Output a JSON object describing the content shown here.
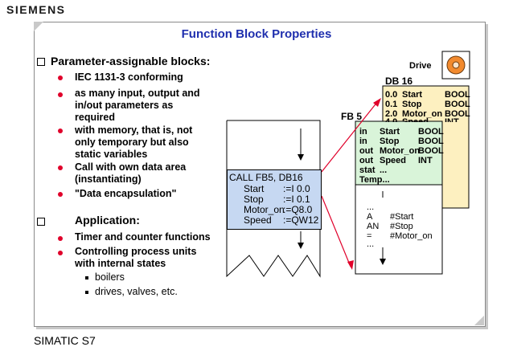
{
  "brand": "SIEMENS",
  "title": "Function Block Properties",
  "footer": "SIMATIC S7",
  "left": {
    "section1": "Parameter-assignable blocks:",
    "items1": [
      "IEC 1131-3 conforming",
      "as many input, output and",
      "in/out parameters as",
      "required",
      "with memory, that is, not",
      "only temporary but also",
      "static variables",
      "Call with own data area",
      "(instantiating)",
      "\"Data encapsulation\""
    ],
    "section2": "Application:",
    "items2": [
      "Timer and counter functions",
      "Controlling process units",
      "with internal states"
    ],
    "subitems": [
      "boilers",
      "drives, valves, etc."
    ]
  },
  "diagram": {
    "drive_label": "Drive",
    "db_label": "DB 16",
    "fb_label": "FB 5",
    "db_rows": [
      [
        "0.0",
        "Start",
        "BOOL"
      ],
      [
        "0.1",
        "Stop",
        "BOOL"
      ],
      [
        "2.0",
        "Motor_on",
        "BOOL"
      ],
      [
        "4.0",
        "Speed",
        "INT"
      ]
    ],
    "fb_decl": [
      [
        "in",
        "Start",
        "BOOL"
      ],
      [
        "in",
        "Stop",
        "BOOL"
      ],
      [
        "out",
        "Motor_on",
        "BOOL"
      ],
      [
        "out",
        "Speed",
        "INT"
      ],
      [
        "stat",
        "...",
        ""
      ],
      [
        "Temp...",
        "",
        ""
      ]
    ],
    "fb_code": [
      [
        "...",
        "",
        ""
      ],
      [
        "A",
        "#Start",
        ""
      ],
      [
        "AN",
        "#Stop",
        ""
      ],
      [
        "=",
        "#Motor_on",
        ""
      ],
      [
        "...",
        "",
        ""
      ]
    ],
    "call_line": "CALL  FB5, DB16",
    "call_params": [
      [
        "Start",
        ":=I 0.0"
      ],
      [
        "Stop",
        ":=I 0.1"
      ],
      [
        "Motor_on",
        ":=Q8.0"
      ],
      [
        "Speed",
        ":=QW12"
      ]
    ],
    "colors": {
      "db_fill": "#fdf0c0",
      "fb_fill": "#d9f4d9",
      "call_fill": "#c6d8f2",
      "title": "#1f2fae",
      "bullet": "#e0002a",
      "arrow": "#e0002a"
    }
  }
}
